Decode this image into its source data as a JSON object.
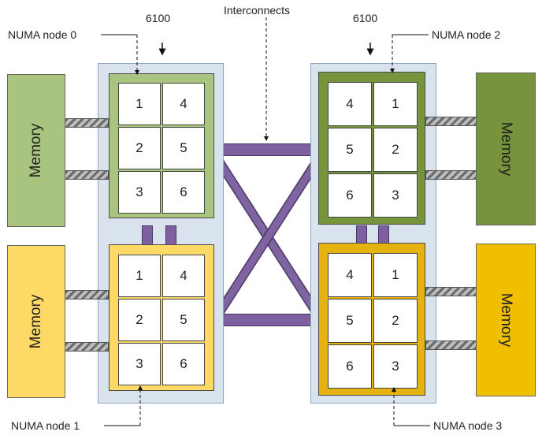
{
  "labels": {
    "interconnects": "Interconnects",
    "socket_left": "6100",
    "socket_right": "6100",
    "numa0": "NUMA node 0",
    "numa1": "NUMA node 1",
    "numa2": "NUMA node 2",
    "numa3": "NUMA node 3"
  },
  "memory_label": "Memory",
  "nodes": {
    "n0": {
      "cores": [
        "1",
        "4",
        "2",
        "5",
        "3",
        "6"
      ],
      "color": "#a9c47f"
    },
    "n1": {
      "cores": [
        "1",
        "4",
        "2",
        "5",
        "3",
        "6"
      ],
      "color": "#ffd966"
    },
    "n2": {
      "cores": [
        "4",
        "1",
        "5",
        "2",
        "6",
        "3"
      ],
      "color": "#77933c"
    },
    "n3": {
      "cores": [
        "4",
        "1",
        "5",
        "2",
        "6",
        "3"
      ],
      "color": "#e5b30f"
    }
  },
  "memory_colors": {
    "m0": "#a9c47f",
    "m1": "#ffd966",
    "m2": "#77933c",
    "m3": "#efbf00"
  },
  "interconnect_color": "#8064a2"
}
